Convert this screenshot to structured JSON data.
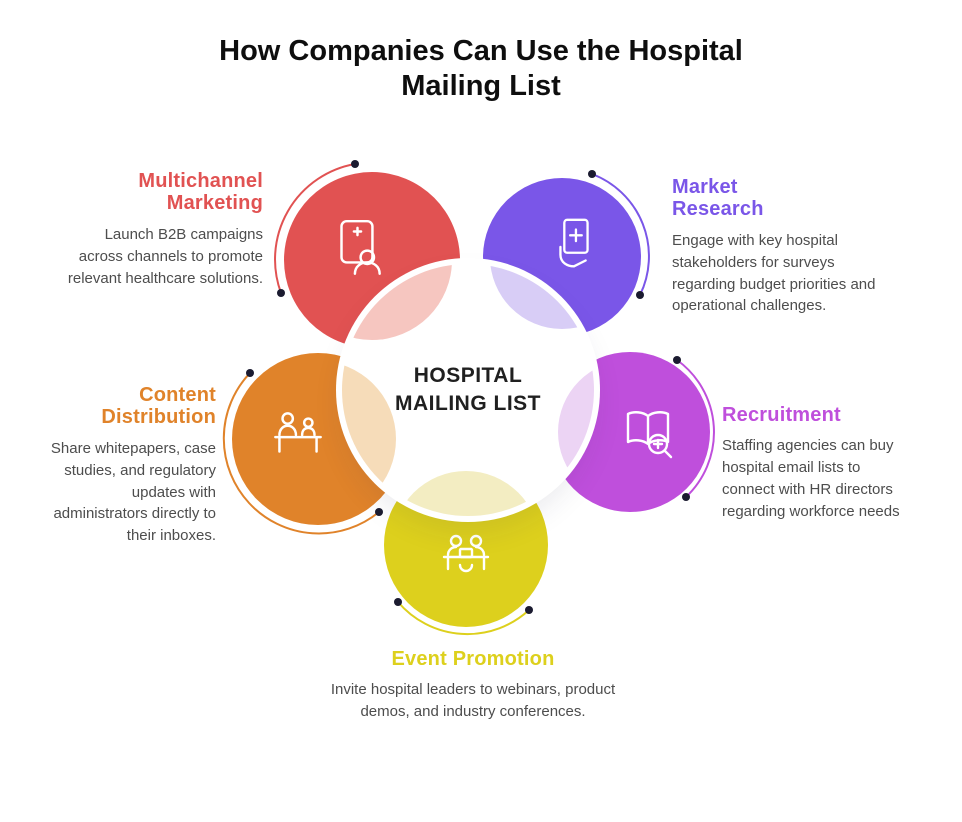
{
  "page": {
    "title_line1": "How Companies Can Use the Hospital",
    "title_line2": "Mailing List",
    "background": "#ffffff",
    "title_color": "#0e0e0e",
    "body_text_color": "#4d4d4d",
    "dot_color": "#1b1b30"
  },
  "center": {
    "label_line1": "HOSPITAL",
    "label_line2": "MAILING LIST",
    "fill": "#ffffff",
    "text_color": "#202020"
  },
  "sections": [
    {
      "id": "multichannel-marketing",
      "title_lines": [
        "Multichannel",
        "Marketing"
      ],
      "body": "Launch B2B campaigns across channels to promote relevant healthcare solutions.",
      "color": "#e15252",
      "tint": "#f6c6c0",
      "icon": "medical-file-person-icon"
    },
    {
      "id": "market-research",
      "title_lines": [
        "Market",
        "Research"
      ],
      "body": "Engage with key hospital stakeholders for surveys regarding budget priorities and operational challenges.",
      "color": "#7a56e8",
      "tint": "#d8cdf6",
      "icon": "tablet-survey-hand-icon"
    },
    {
      "id": "content-distribution",
      "title_lines": [
        "Content",
        "Distribution"
      ],
      "body": "Share whitepapers, case studies, and regulatory updates with administrators directly to their inboxes.",
      "color": "#e0832a",
      "tint": "#f6dcb9",
      "icon": "document-handover-icon"
    },
    {
      "id": "recruitment",
      "title_lines": [
        "Recruitment"
      ],
      "body": "Staffing agencies can buy hospital email lists to connect with HR directors regarding workforce needs",
      "color": "#bf4fdc",
      "tint": "#ecd4f4",
      "icon": "book-magnifier-icon"
    },
    {
      "id": "event-promotion",
      "title_lines": [
        "Event Promotion"
      ],
      "body": "Invite hospital leaders to webinars, product demos, and industry conferences.",
      "color": "#ddd01d",
      "tint": "#f3edc2",
      "icon": "conference-meeting-icon"
    }
  ]
}
